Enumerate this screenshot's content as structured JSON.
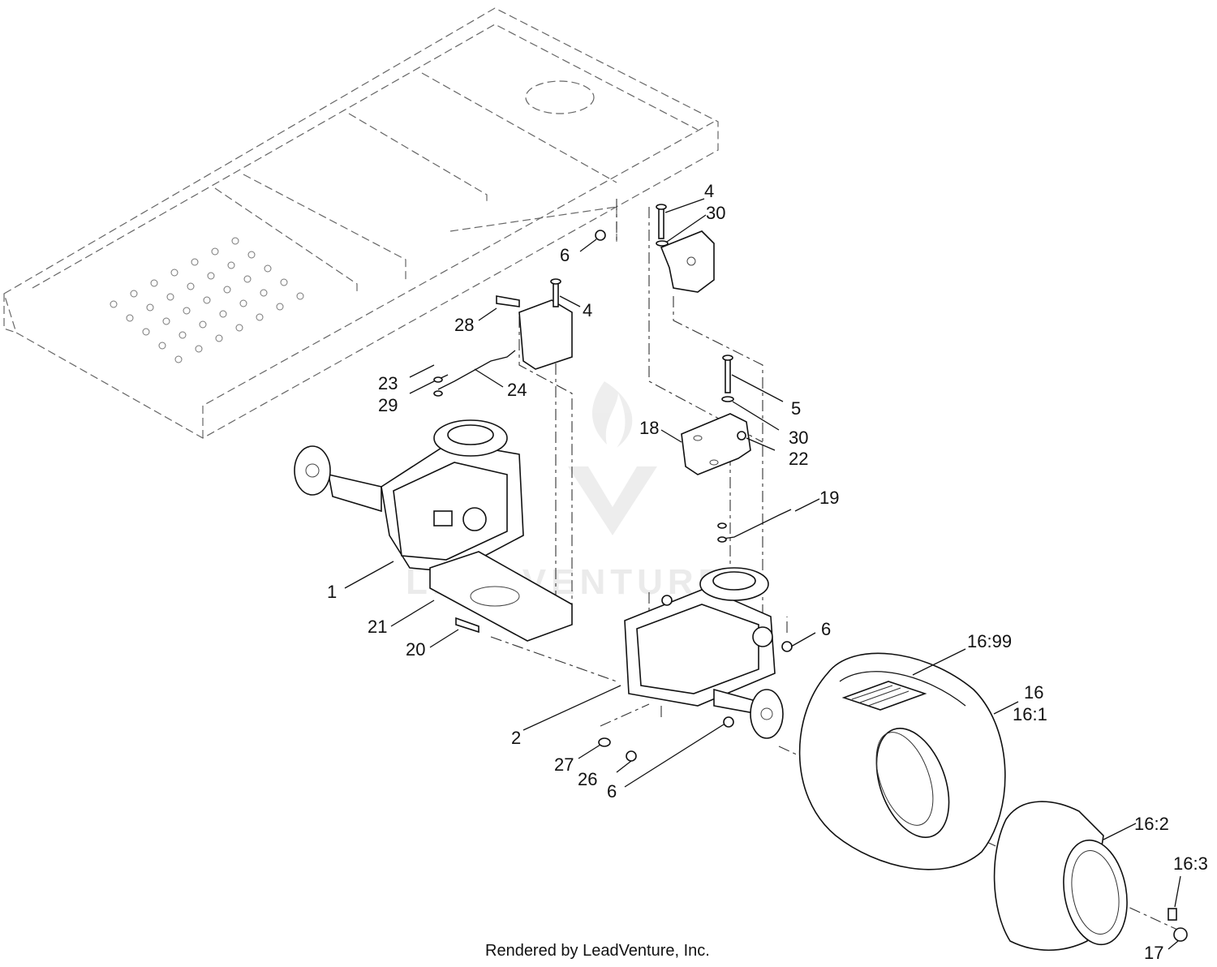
{
  "callouts": [
    {
      "id": "c1",
      "label": "1"
    },
    {
      "id": "c2",
      "label": "2"
    },
    {
      "id": "c4a",
      "label": "4"
    },
    {
      "id": "c4b",
      "label": "4"
    },
    {
      "id": "c5",
      "label": "5"
    },
    {
      "id": "c6a",
      "label": "6"
    },
    {
      "id": "c6b",
      "label": "6"
    },
    {
      "id": "c6c",
      "label": "6"
    },
    {
      "id": "c16",
      "label": "16"
    },
    {
      "id": "c16-1",
      "label": "16:1"
    },
    {
      "id": "c16-2",
      "label": "16:2"
    },
    {
      "id": "c16-3",
      "label": "16:3"
    },
    {
      "id": "c16-99",
      "label": "16:99"
    },
    {
      "id": "c17",
      "label": "17"
    },
    {
      "id": "c18",
      "label": "18"
    },
    {
      "id": "c19",
      "label": "19"
    },
    {
      "id": "c20",
      "label": "20"
    },
    {
      "id": "c21",
      "label": "21"
    },
    {
      "id": "c22",
      "label": "22"
    },
    {
      "id": "c23",
      "label": "23"
    },
    {
      "id": "c24",
      "label": "24"
    },
    {
      "id": "c26",
      "label": "26"
    },
    {
      "id": "c27",
      "label": "27"
    },
    {
      "id": "c28",
      "label": "28"
    },
    {
      "id": "c29",
      "label": "29"
    },
    {
      "id": "c30a",
      "label": "30"
    },
    {
      "id": "c30b",
      "label": "30"
    }
  ],
  "credit": "Rendered by LeadVenture, Inc.",
  "watermark": "LEADVENTURE"
}
